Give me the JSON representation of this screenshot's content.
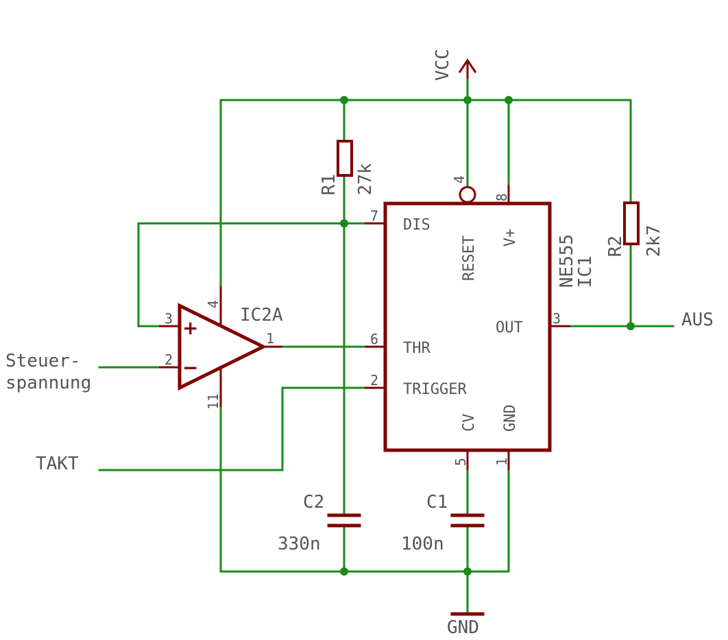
{
  "nets": {
    "vcc": "VCC",
    "gnd": "GND",
    "aus": "AUS",
    "takt": "TAKT",
    "steuer_line1": "Steuer-",
    "steuer_line2": "spannung"
  },
  "components": {
    "r1": {
      "name": "R1",
      "value": "27k"
    },
    "r2": {
      "name": "R2",
      "value": "2k7"
    },
    "c1": {
      "name": "C1",
      "value": "100n"
    },
    "c2": {
      "name": "C2",
      "value": "330n"
    },
    "ic1": {
      "name": "IC1",
      "type": "NE555",
      "pins": {
        "dis": "DIS",
        "thr": "THR",
        "trigger": "TRIGGER",
        "reset": "RESET",
        "vplus": "V+",
        "out": "OUT",
        "cv": "CV",
        "gnd": "GND"
      },
      "pin_numbers": {
        "dis": "7",
        "thr": "6",
        "trigger": "2",
        "reset": "4",
        "vplus": "8",
        "out": "3",
        "cv": "5",
        "gnd": "1"
      }
    },
    "ic2a": {
      "name": "IC2A",
      "plus": "+",
      "minus": "−",
      "pin_numbers": {
        "plus": "3",
        "minus": "2",
        "out": "1",
        "vplus": "4",
        "vminus": "11"
      }
    }
  },
  "colors": {
    "wire": "#1a8a1a",
    "component": "#800000",
    "text": "#555555"
  }
}
